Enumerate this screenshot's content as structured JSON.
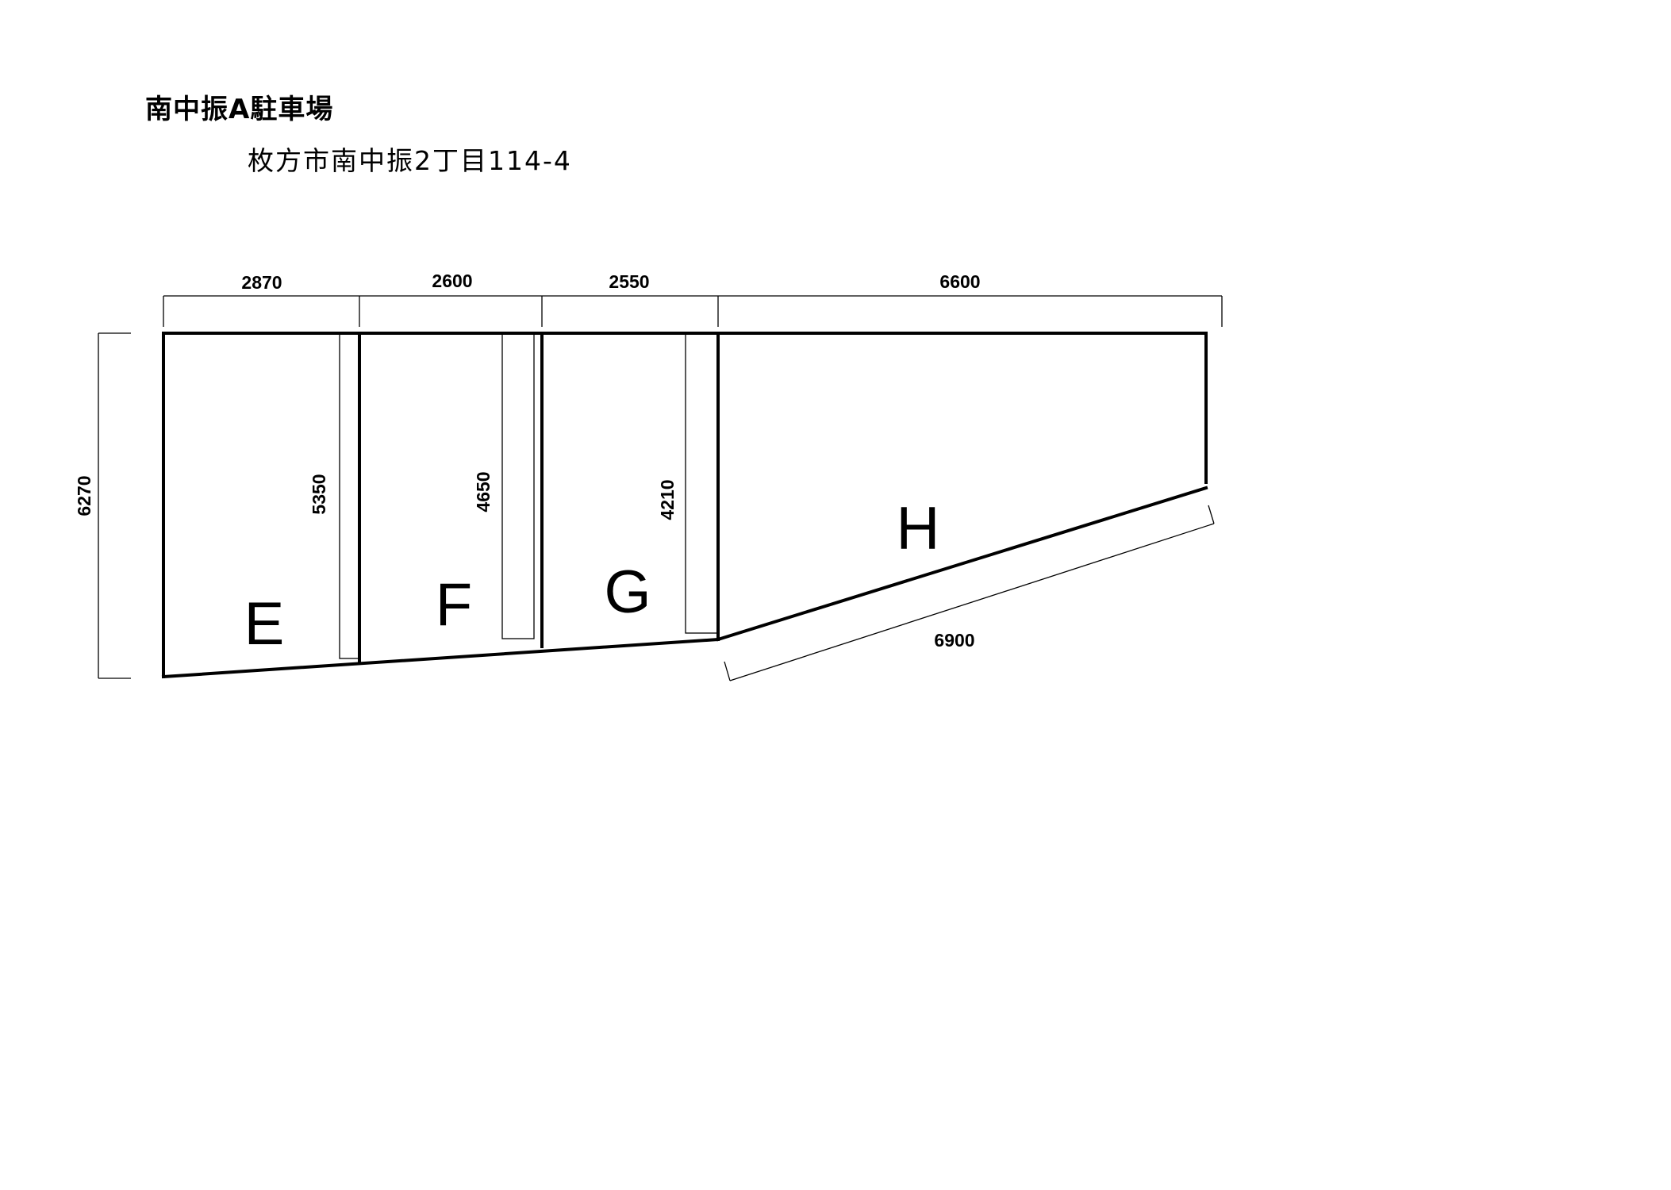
{
  "header": {
    "title": "南中振A駐車場",
    "address": "枚方市南中振2丁目114-4"
  },
  "plan": {
    "top_widths": [
      "2870",
      "2600",
      "2550",
      "6600"
    ],
    "overall_height": "6270",
    "inner_depths": [
      "5350",
      "4650",
      "4210"
    ],
    "diagonal_length": "6900",
    "lots": [
      "E",
      "F",
      "G",
      "H"
    ]
  }
}
